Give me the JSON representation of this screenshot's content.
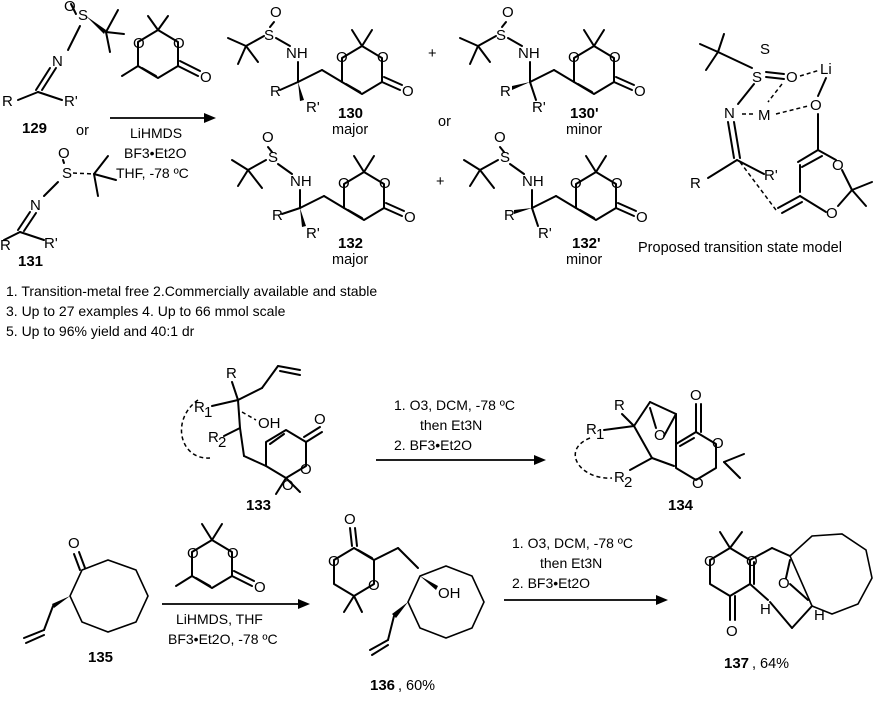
{
  "scheme1": {
    "reactant_top": {
      "id": "129"
    },
    "or_between": "or",
    "reactant_bottom": {
      "id": "131"
    },
    "reagents": [
      "LiHMDS",
      "BF3•Et2O",
      "THF, -78 ºC"
    ],
    "product_130": {
      "id": "130",
      "label": "major"
    },
    "product_130p": {
      "id": "130'",
      "label": "minor"
    },
    "plus": "+",
    "or_products": "or",
    "product_132": {
      "id": "132",
      "label": "major"
    },
    "product_132p": {
      "id": "132'",
      "label": "minor"
    },
    "ts_caption": "Proposed transition state model"
  },
  "notes": [
    "1. Transition-metal free 2.Commercially available and stable",
    "3. Up to 27 examples 4. Up to 66 mmol scale",
    "5. Up to 96% yield and 40:1 dr"
  ],
  "scheme2": {
    "start": {
      "id": "133"
    },
    "conditions": [
      "1. O3, DCM, -78 ºC",
      "then Et3N",
      "2. BF3•Et2O"
    ],
    "product": {
      "id": "134"
    }
  },
  "scheme3": {
    "start": {
      "id": "135"
    },
    "step1_conditions": [
      "LiHMDS, THF",
      "BF3•Et2O, -78 ºC"
    ],
    "intermediate": {
      "id": "136",
      "yield": ", 60%"
    },
    "step2_conditions": [
      "1. O3, DCM, -78 ºC",
      "then Et3N",
      "2. BF3•Et2O"
    ],
    "product": {
      "id": "137",
      "yield": ", 64%"
    }
  }
}
